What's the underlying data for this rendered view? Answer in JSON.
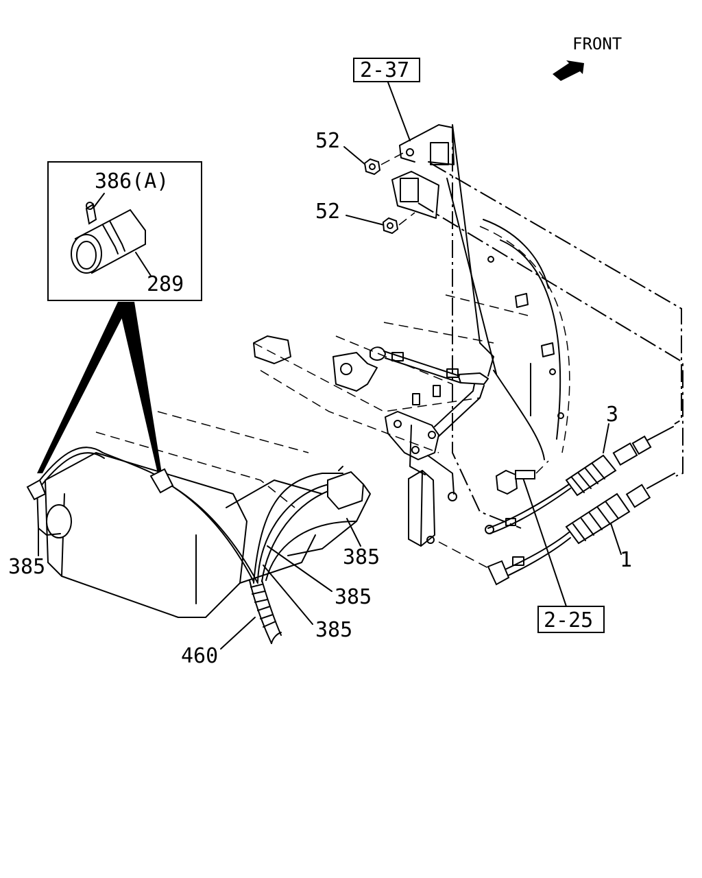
{
  "direction": {
    "label": "FRONT",
    "icon": "front-arrow-icon"
  },
  "references": {
    "ref_upper": "2-37",
    "ref_lower": "2-25"
  },
  "inset": {
    "label_clip": "386(A)",
    "label_hose": "289"
  },
  "callouts": {
    "nut_upper": "52",
    "nut_lower": "52",
    "cable_3": "3",
    "cable_1": "1",
    "hose_left": "385",
    "hose_connector": "385",
    "hose_mid": "385",
    "hose_low": "385",
    "conduit": "460"
  }
}
